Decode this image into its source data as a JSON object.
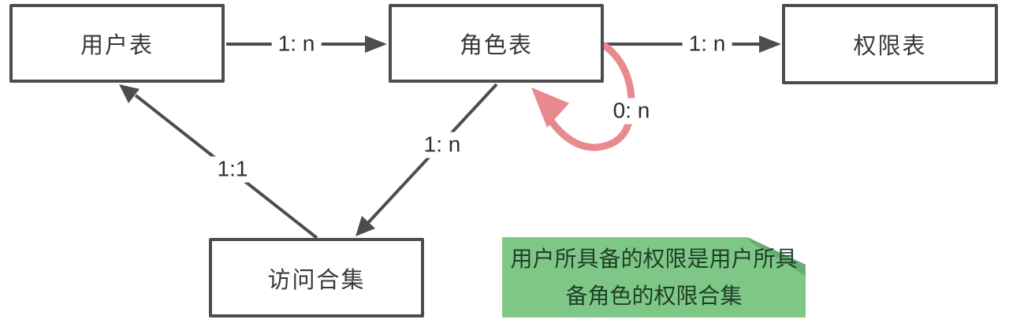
{
  "colors": {
    "stroke_gray": "#4d4d4d",
    "loop_pink": "#e8898e",
    "note_green": "#7ec787",
    "note_fold_green": "#66af70",
    "note_text_green": "#1f4026"
  },
  "nodes": {
    "users": {
      "label": "用户表"
    },
    "roles": {
      "label": "角色表"
    },
    "permissions": {
      "label": "权限表"
    },
    "access": {
      "label": "访问合集"
    }
  },
  "edges": {
    "users_to_roles": {
      "label": "1: n"
    },
    "roles_to_permissions": {
      "label": "1: n"
    },
    "roles_to_access": {
      "label": "1: n"
    },
    "access_to_users": {
      "label": "1:1"
    },
    "roles_self_loop": {
      "label": "0: n"
    }
  },
  "note": {
    "line1": "用户所具备的权限是用户所具",
    "line2": "备角色的权限合集"
  }
}
